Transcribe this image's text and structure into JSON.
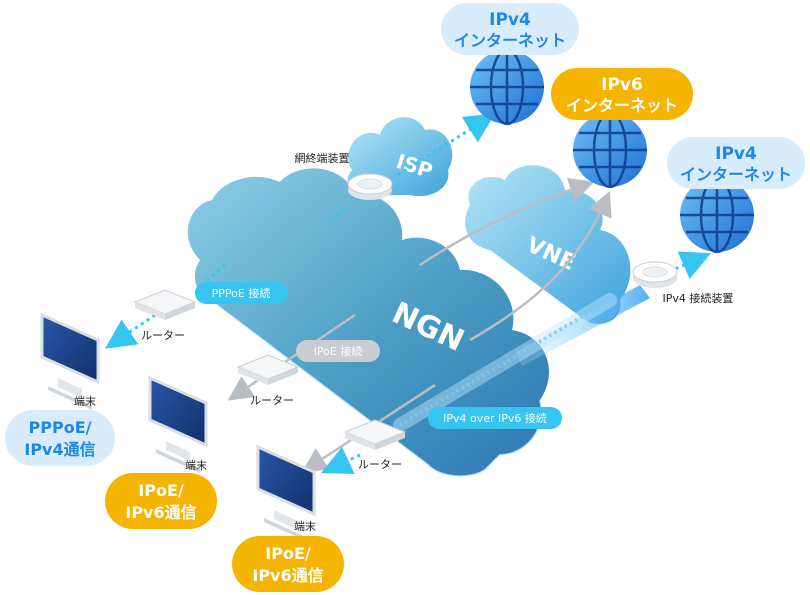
{
  "clouds": {
    "ngn": "NGN",
    "isp": "ISP",
    "vne": "VNE"
  },
  "internet": {
    "ipv4_top": {
      "line1": "IPv4",
      "line2": "インターネット"
    },
    "ipv6": {
      "line1": "IPv6",
      "line2": "インターネット"
    },
    "ipv4_right": {
      "line1": "IPv4",
      "line2": "インターネット"
    }
  },
  "devices": {
    "ont": "網終端装置",
    "ipv4_gateway": "IPv4 接続装置",
    "router_label": "ルーター",
    "terminal_label": "端末"
  },
  "connections": {
    "pppoe": "PPPoE 接続",
    "ipoe": "IPoE 接続",
    "ipv4_over_ipv6": "IPv4 over IPv6 接続"
  },
  "communications": {
    "pppoe": {
      "line1": "PPPoE/",
      "line2": "IPv4通信"
    },
    "ipoe_1": {
      "line1": "IPoE/",
      "line2": "IPv6通信"
    },
    "ipoe_2": {
      "line1": "IPoE/",
      "line2": "IPv6通信"
    }
  },
  "colors": {
    "blue_accent": "#1e88e5",
    "light_blue_pill": "#d9ecfb",
    "yellow_pill": "#f5b400",
    "cyan_dotted": "#36c5f0",
    "gray_arrow": "#b8bec4"
  }
}
